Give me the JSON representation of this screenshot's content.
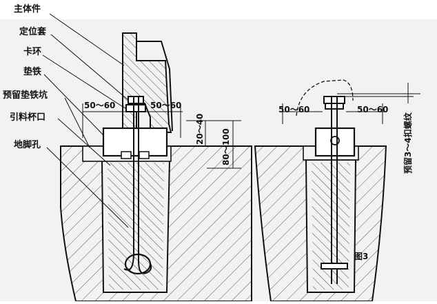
{
  "callouts": {
    "main_body": "主体件",
    "locating_sleeve": "定位套",
    "snap_ring": "卡环",
    "shim": "垫铁",
    "shim_pit": "预留垫铁坑",
    "grout_cup": "引料杯口",
    "bolt_hole": "地脚孔"
  },
  "dimensions": {
    "left_gap_left": "50～60",
    "left_gap_right": "50～60",
    "height_shim": "20～40",
    "height_grout": "80～100",
    "right_gap_left": "50～60",
    "right_gap_right": "50～60",
    "thread_allowance": "预留3～4扣螺纹"
  },
  "figure_label": "图3",
  "colors": {
    "paper": "#f2f2f2",
    "ink": "#111111",
    "hatch": "#555555"
  }
}
